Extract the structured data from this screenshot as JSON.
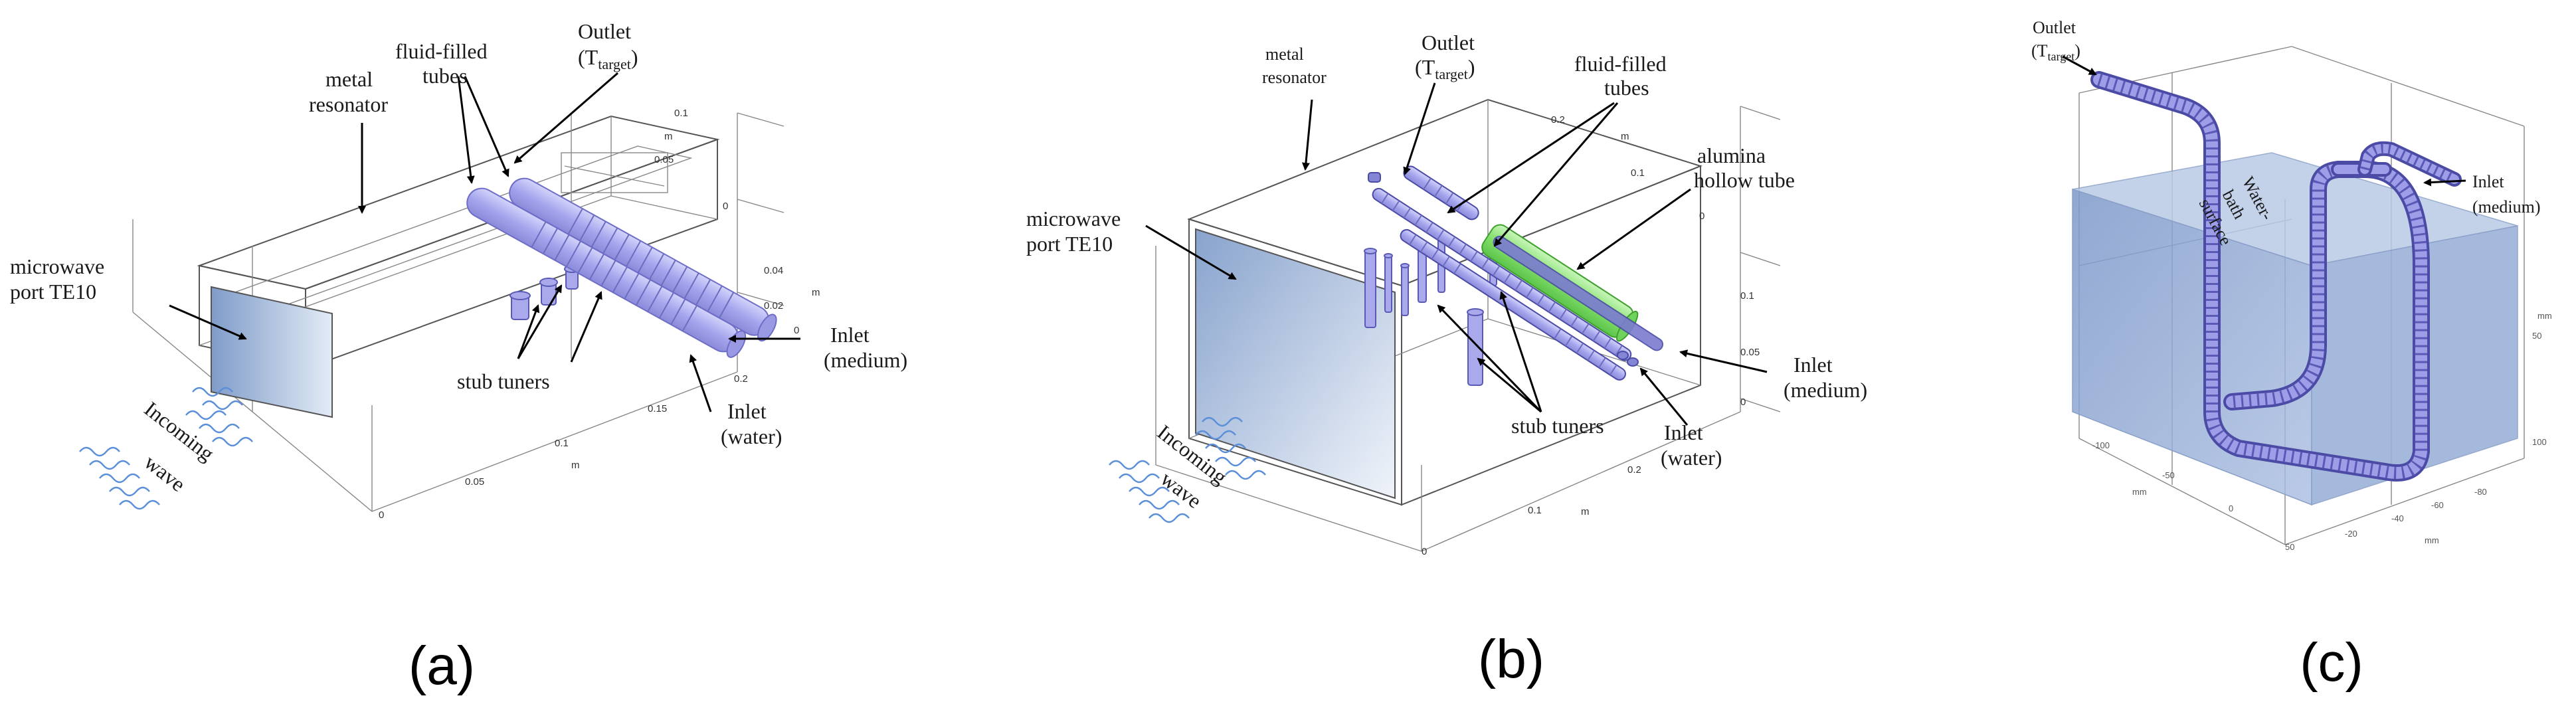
{
  "panels": [
    {
      "id": "a",
      "caption": "(a)",
      "labels": {
        "metal_resonator_1": "metal",
        "metal_resonator_2": "resonator",
        "fluid_tubes_1": "fluid-filled",
        "fluid_tubes_2": "tubes",
        "outlet_1": "Outlet",
        "outlet_2": "(T",
        "outlet_sub": "target",
        "outlet_3": ")",
        "microwave_1": "microwave",
        "microwave_2": "port TE10",
        "stub_tuners": "stub tuners",
        "inlet_medium_1": "Inlet",
        "inlet_medium_2": "(medium)",
        "inlet_water_1": "Inlet",
        "inlet_water_2": "(water)",
        "incoming_1": "Incoming",
        "incoming_2": "wave"
      },
      "ticks": [
        "0.1",
        "0.05",
        "m",
        "0",
        "0.04",
        "0.02",
        "m",
        "0",
        "0.2",
        "0.15",
        "0.1",
        "m",
        "0.05",
        "0"
      ]
    },
    {
      "id": "b",
      "caption": "(b)",
      "labels": {
        "metal_resonator_1": "metal",
        "metal_resonator_2": "resonator",
        "outlet_1": "Outlet",
        "outlet_2": "(T",
        "outlet_sub": "target",
        "outlet_3": ")",
        "fluid_tubes_1": "fluid-filled",
        "fluid_tubes_2": "tubes",
        "alumina_1": "alumina",
        "alumina_2": "hollow tube",
        "microwave_1": "microwave",
        "microwave_2": "port TE10",
        "stub_tuners": "stub tuners",
        "inlet_medium_1": "Inlet",
        "inlet_medium_2": "(medium)",
        "inlet_water_1": "Inlet",
        "inlet_water_2": "(water)",
        "incoming_1": "Incoming",
        "incoming_2": "wave"
      },
      "ticks": [
        "0.2",
        "m",
        "0.1",
        "0",
        "0.1",
        "0.05",
        "0",
        "m",
        "0.2",
        "0.1",
        "m",
        "0"
      ]
    },
    {
      "id": "c",
      "caption": "(c)",
      "labels": {
        "outlet_1": "Outlet",
        "outlet_2": "(T",
        "outlet_sub": "target",
        "outlet_3": ")",
        "inlet_1": "Inlet",
        "inlet_2": "(medium)",
        "water_1": "Water-",
        "water_2": "bath",
        "water_3": "surface"
      },
      "ticks": [
        "mm",
        "50",
        "100",
        "-100",
        "-50",
        "mm",
        "0",
        "50",
        "-20",
        "-40",
        "-60",
        "-80",
        "mm"
      ]
    }
  ],
  "colors": {
    "tube_fill": "#b3b3f2",
    "tube_dark": "#8585d6",
    "alumina_green": "#7ee06a",
    "port_blue": "#9bb3d6",
    "bath_blue": "#8ea6d2",
    "wave_blue": "#5b8fd9"
  }
}
